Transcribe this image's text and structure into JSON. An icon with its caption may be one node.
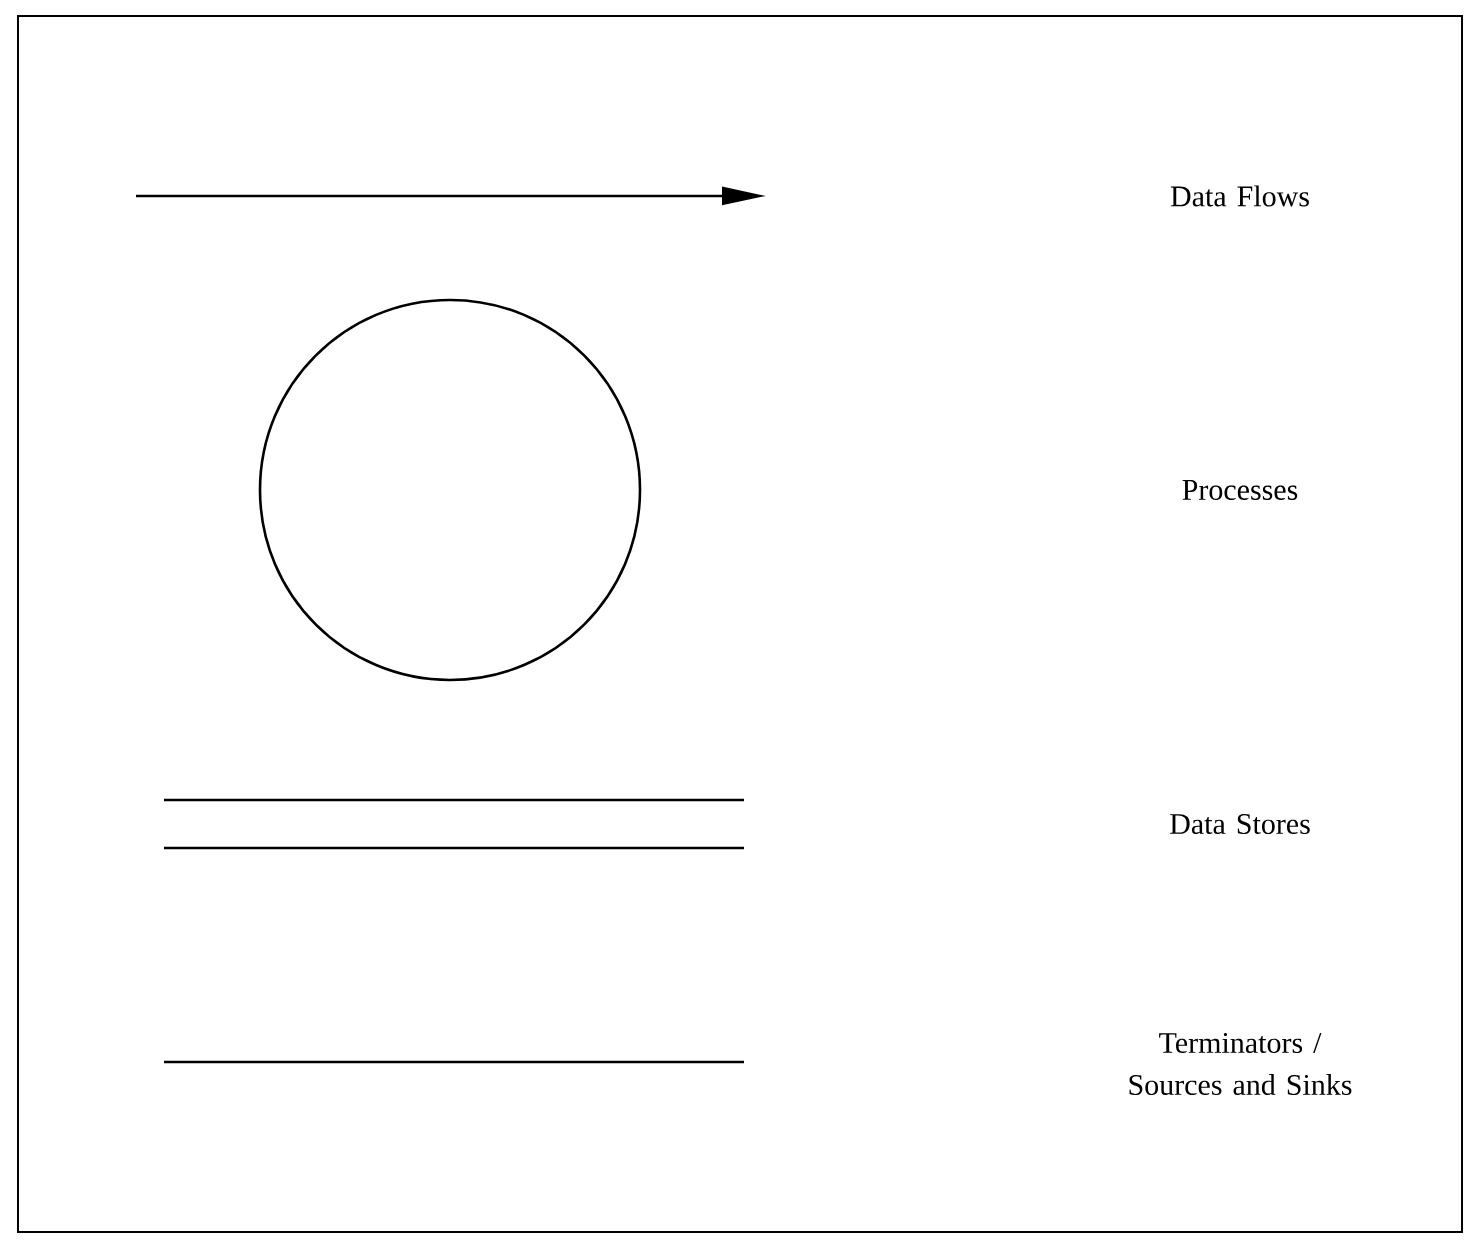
{
  "diagram": {
    "nodes": [
      {
        "text": [],
        "shape": "circle"
      }
    ],
    "legend": [
      {
        "text": "Data Flows"
      },
      {
        "text": "Processes"
      },
      {
        "text": "Data Stores"
      },
      {
        "text": "Terminators / Sources and Sinks"
      }
    ]
  }
}
